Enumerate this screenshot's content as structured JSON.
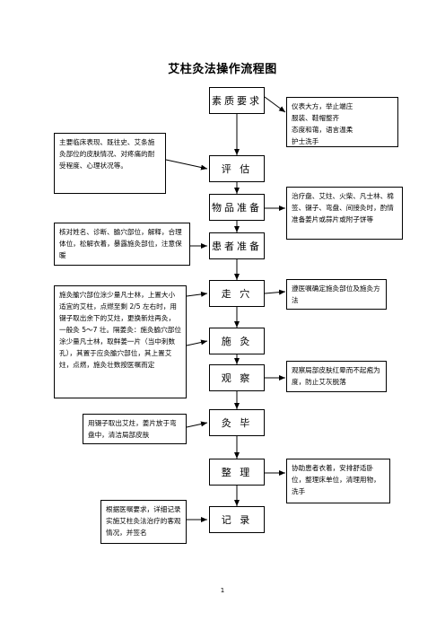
{
  "title": "艾柱灸法操作流程图",
  "steps": [
    "素质要求",
    "评 估",
    "物品准备",
    "患者准备",
    "走 穴",
    "施 灸",
    "观 察",
    "灸 毕",
    "整 理",
    "记 录"
  ],
  "right_notes": {
    "quality": "仪表大方，举止端庄\n服装、鞋帽整齐\n态度和蔼，语言温柔\n护士洗手",
    "materials": "治疗盘、艾炷、火柴、凡士林、棉签、镊子、弯盘、间接灸时，酌情准备姜片或蒜片或附子饼等",
    "walk": "遵医嘱确定施灸部位及施灸方法",
    "observe": "观察局部皮肤红晕而不起疱为度，防止艾灰脱落",
    "tidy": "协助患者衣着，安排舒适卧位，整理床单位，清理用物，洗手"
  },
  "left_notes": {
    "assess": "主要临床表现、既往史、艾条施灸部位的皮肤情况、对疼痛的耐受程度、心理状况等。",
    "patient": "核对姓名、诊断、腧穴部位，解释，合理体位，松解衣着，暴露施灸部位，注意保暖",
    "moxa": "施灸腧穴部位涂少量凡士林，上置大小适宜的艾柱，点燃至剩 2/5 左右时，用镊子取出余下的艾炷，更换新炷再灸，一般灸 5～7 壮。隔姜灸：施灸腧穴部位涂少量凡士林，取鲜姜一片（当中刺数孔），其置于应灸腧穴部位，其上置艾炷，点燃，施灸壮数按医嘱而定",
    "finish": "用镊子取出艾炷，姜片放于弯盘中，清洁局部皮肤",
    "record": "根据医嘱要求，详细记录实施艾柱灸法治疗的客观情况，并签名"
  },
  "page_number": "1"
}
